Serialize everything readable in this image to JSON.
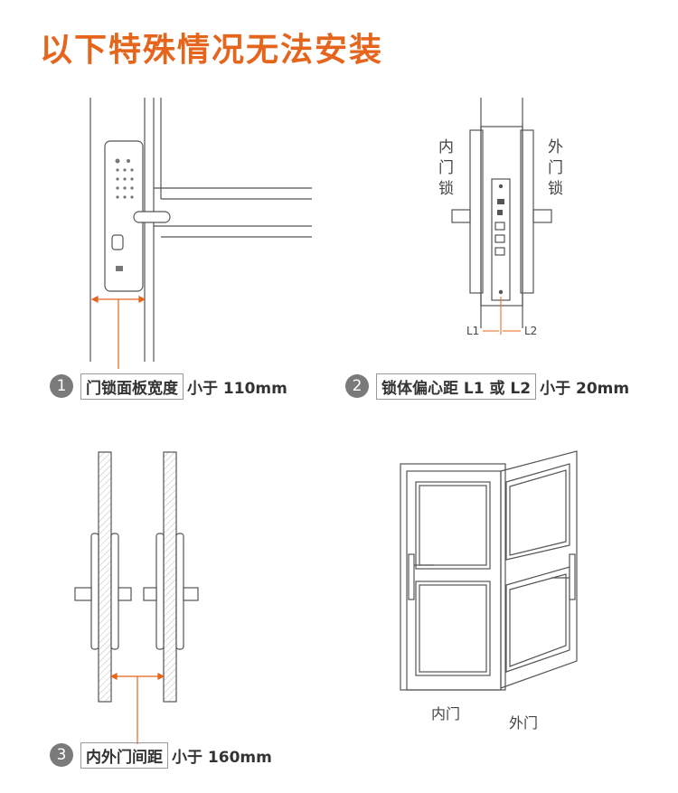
{
  "colors": {
    "accent": "#e5651d",
    "line": "#555555",
    "measure": "#e5651d"
  },
  "title": "以下特殊情况无法安装",
  "items": [
    {
      "number": "1",
      "boxed_label": "门锁面板宽度",
      "suffix": "小于 110mm"
    },
    {
      "number": "2",
      "boxed_label": "锁体偏心距 L1 或 L2",
      "suffix": "小于 20mm"
    },
    {
      "number": "3",
      "boxed_label": "内外门间距",
      "suffix": "小于 160mm"
    }
  ],
  "fig2": {
    "inner_lock": "内门锁",
    "outer_lock": "外门锁",
    "l1": "L1",
    "l2": "L2"
  },
  "fig4": {
    "inner_door": "内门",
    "outer_door": "外门"
  }
}
